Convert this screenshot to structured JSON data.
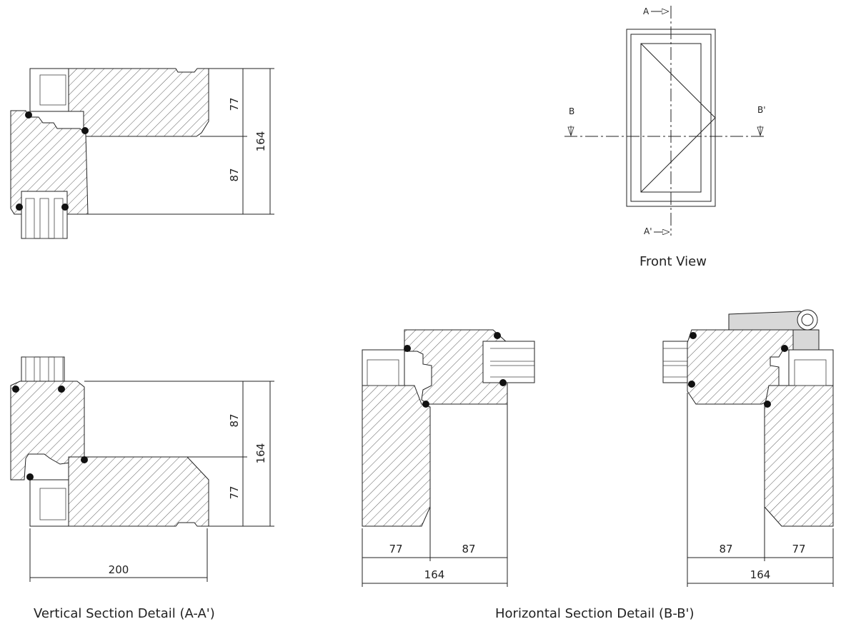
{
  "captions": {
    "front": "Front View",
    "vertical": "Vertical Section Detail (A-A')",
    "horizontal": "Horizontal Section Detail (B-B')"
  },
  "front_view": {
    "section_a": "A",
    "section_a_prime": "A'",
    "section_b": "B",
    "section_b_prime": "B'"
  },
  "vertical_section": {
    "top": {
      "dim_upper": "77",
      "dim_lower": "87",
      "dim_total": "164"
    },
    "bottom": {
      "dim_upper": "87",
      "dim_lower": "77",
      "dim_total": "164",
      "dim_width": "200"
    }
  },
  "horizontal_section": {
    "left": {
      "dim_a": "77",
      "dim_b": "87",
      "dim_total": "164"
    },
    "right": {
      "dim_a": "87",
      "dim_b": "77",
      "dim_total": "164"
    }
  }
}
